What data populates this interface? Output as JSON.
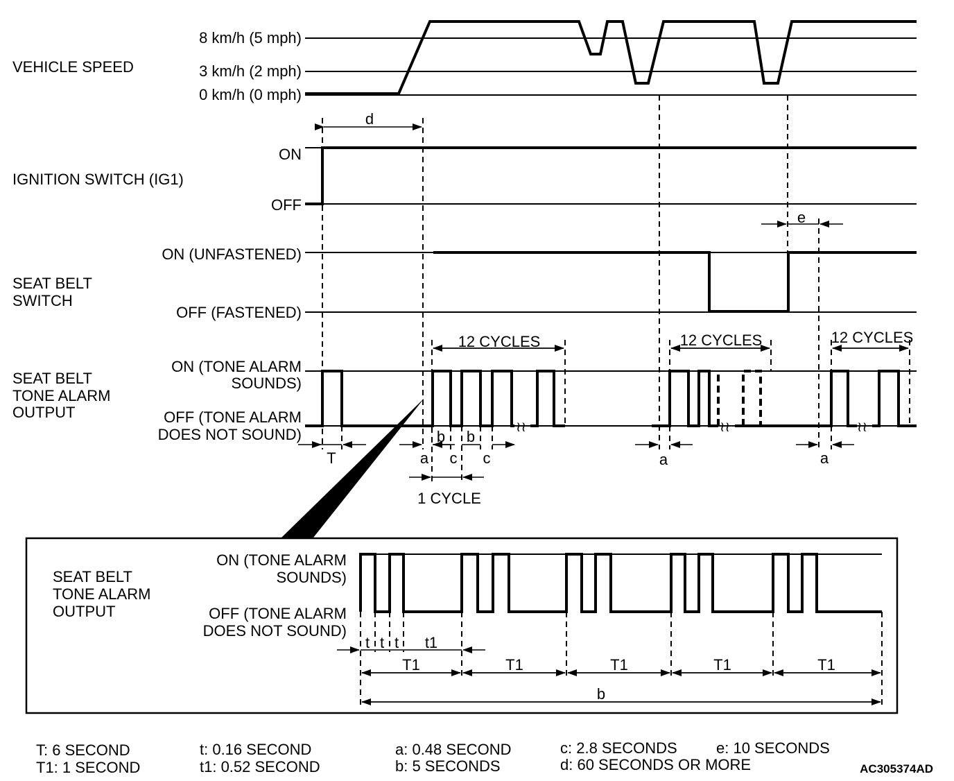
{
  "signals": {
    "vehicle_speed": {
      "name": "VEHICLE SPEED",
      "levels": [
        "8 km/h (5 mph)",
        "3 km/h (2 mph)",
        "0 km/h (0 mph)"
      ]
    },
    "ignition": {
      "name": "IGNITION SWITCH (IG1)",
      "on": "ON",
      "off": "OFF"
    },
    "seat_belt_switch": {
      "name_line1": "SEAT BELT",
      "name_line2": "SWITCH",
      "on": "ON (UNFASTENED)",
      "off": "OFF (FASTENED)"
    },
    "tone_alarm": {
      "name_line1": "SEAT BELT",
      "name_line2": "TONE ALARM",
      "name_line3": "OUTPUT",
      "on_line1": "ON (TONE ALARM",
      "on_line2": "SOUNDS)",
      "off_line1": "OFF (TONE ALARM",
      "off_line2": "DOES NOT SOUND)"
    }
  },
  "annotations": {
    "d": "d",
    "e": "e",
    "a": "a",
    "b": "b",
    "c": "c",
    "T": "T",
    "T1": "T1",
    "t": "t",
    "t1": "t1",
    "twelve_cycles": "12 CYCLES",
    "one_cycle": "1 CYCLE"
  },
  "legend": {
    "T": "T: 6 SECOND",
    "T1": "T1: 1 SECOND",
    "t": "t: 0.16 SECOND",
    "t1": "t1: 0.52 SECOND",
    "a": "a: 0.48 SECOND",
    "b": "b: 5 SECONDS",
    "c": "c: 2.8 SECONDS",
    "d": "d: 60 SECONDS  OR MORE",
    "e": "e: 10 SECONDS"
  },
  "figure_code": "AC305374AD"
}
